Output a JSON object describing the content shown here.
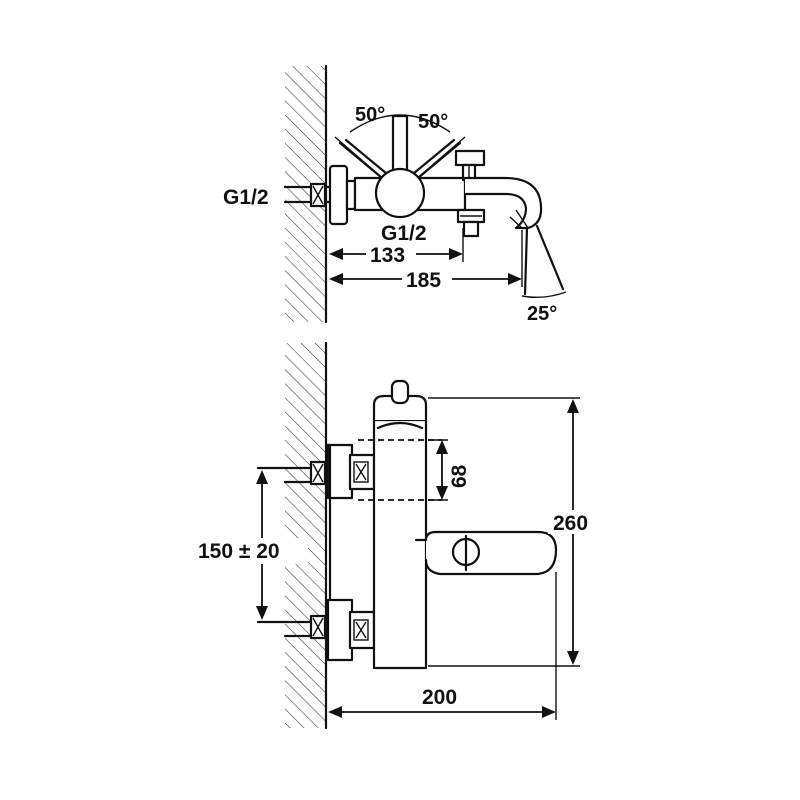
{
  "top_view": {
    "angle_left": "50°",
    "angle_right": "50°",
    "connection_left": "G1/2",
    "connection_bottom": "G1/2",
    "dim_133": "133",
    "dim_185": "185",
    "angle_spout": "25°"
  },
  "front_view": {
    "dim_68": "68",
    "dim_150": "150 ± 20",
    "dim_260": "260",
    "dim_200": "200"
  }
}
